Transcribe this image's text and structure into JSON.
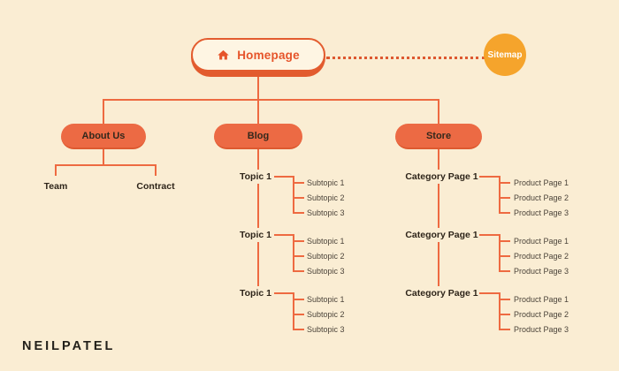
{
  "colors": {
    "background": "#FAEDD3",
    "connector_orange": "#EE6A41",
    "pill_orange": "#EC6A44",
    "homepage_accent": "#E25B2E",
    "sitemap_amber": "#F5A42C",
    "dark_text": "#2E251A",
    "sub_text": "#4C443A",
    "sitemap_text": "#FFFFFF"
  },
  "homepage": {
    "label": "Homepage",
    "icon": "home-icon"
  },
  "sitemap_badge": {
    "label": "Sitemap"
  },
  "branches": {
    "about": {
      "label": "About Us",
      "children": [
        "Team",
        "Contract"
      ]
    },
    "blog": {
      "label": "Blog",
      "groups": [
        {
          "label": "Topic 1",
          "items": [
            "Subtopic 1",
            "Subtopic 2",
            "Subtopic 3"
          ]
        },
        {
          "label": "Topic 1",
          "items": [
            "Subtopic 1",
            "Subtopic 2",
            "Subtopic 3"
          ]
        },
        {
          "label": "Topic 1",
          "items": [
            "Subtopic 1",
            "Subtopic 2",
            "Subtopic 3"
          ]
        }
      ]
    },
    "store": {
      "label": "Store",
      "groups": [
        {
          "label": "Category Page 1",
          "items": [
            "Product Page 1",
            "Product Page 2",
            "Product Page 3"
          ]
        },
        {
          "label": "Category Page 1",
          "items": [
            "Product Page 1",
            "Product Page 2",
            "Product Page 3"
          ]
        },
        {
          "label": "Category Page 1",
          "items": [
            "Product Page 1",
            "Product Page 2",
            "Product Page 3"
          ]
        }
      ]
    }
  },
  "footer": {
    "brand": "NEILPATEL"
  }
}
